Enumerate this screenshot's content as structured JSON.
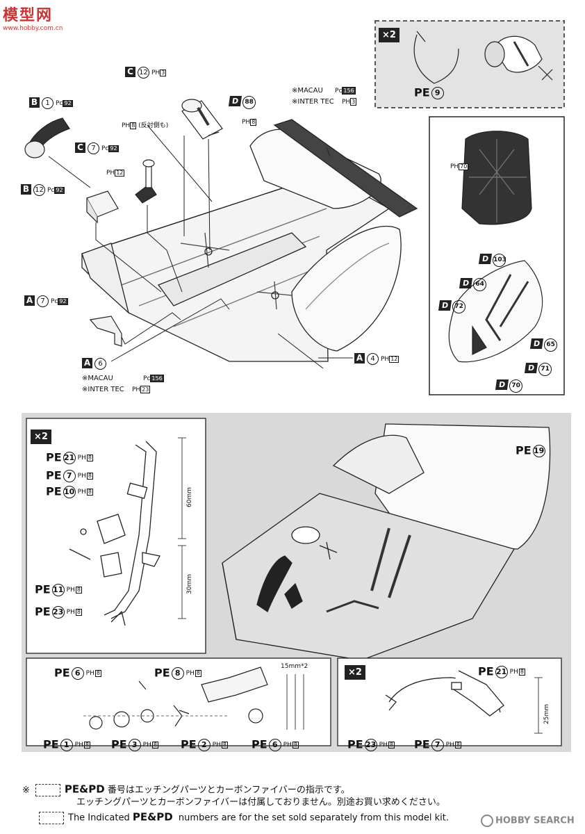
{
  "watermark": {
    "top": "模型网",
    "sub": "www.hobby.com.cn"
  },
  "top_section": {
    "parts": {
      "b1": {
        "letter": "B",
        "num": "1",
        "pc": "Pc",
        "ref": "92"
      },
      "b12": {
        "letter": "B",
        "num": "12",
        "pc": "Pc",
        "ref": "92"
      },
      "c12": {
        "letter": "C",
        "num": "12",
        "ph": "PH",
        "ref": "3"
      },
      "c7": {
        "letter": "C",
        "num": "7",
        "pc": "Pc",
        "ref": "92"
      },
      "a7": {
        "letter": "A",
        "num": "7",
        "pc": "Pc",
        "ref": "92"
      },
      "a6": {
        "letter": "A",
        "num": "6"
      },
      "a4": {
        "letter": "A",
        "num": "4",
        "ph": "PH",
        "ref": "12"
      },
      "d88": {
        "letter": "D",
        "num": "88",
        "ph": "PH",
        "ref": "8"
      },
      "ph12": {
        "ph": "PH",
        "ref": "12"
      },
      "ph8_side": {
        "ph": "PH",
        "ref": "8",
        "note": "(反対側も)"
      }
    },
    "a6_notes": [
      {
        "label": "※MACAU",
        "pc": "Pc",
        "ref": "156"
      },
      {
        "label": "※INTER TEC",
        "ph": "PH",
        "ref": "23"
      }
    ],
    "wing_notes": [
      {
        "label": "※MACAU",
        "pc": "Pc",
        "ref": "156"
      },
      {
        "label": "※INTER TEC",
        "ph": "PH",
        "ref": "3"
      }
    ],
    "pe_box": {
      "x2": "×2",
      "pe": "PE",
      "num": "9"
    },
    "seat_box": {
      "ph": "PH",
      "ref": "70"
    },
    "belt_box": {
      "items": [
        {
          "d": "D",
          "num": "103"
        },
        {
          "d": "D",
          "num": "64"
        },
        {
          "d": "D",
          "num": "72"
        },
        {
          "d": "D",
          "num": "65"
        },
        {
          "d": "D",
          "num": "71"
        },
        {
          "d": "D",
          "num": "70"
        }
      ]
    }
  },
  "bottom_section": {
    "main_label": {
      "pe": "PE",
      "num": "19"
    },
    "belt_panel": {
      "x2": "×2",
      "items": [
        {
          "pe": "PE",
          "num": "21",
          "ph": "PH",
          "ref": "8"
        },
        {
          "pe": "PE",
          "num": "7",
          "ph": "PH",
          "ref": "8"
        },
        {
          "pe": "PE",
          "num": "10",
          "ph": "PH",
          "ref": "8"
        },
        {
          "pe": "PE",
          "num": "11",
          "ph": "PH",
          "ref": "8"
        },
        {
          "pe": "PE",
          "num": "23",
          "ph": "PH",
          "ref": "8"
        }
      ],
      "scale_60": "60mm",
      "scale_30": "30mm"
    },
    "hardware_panel": {
      "top": [
        {
          "pe": "PE",
          "num": "6",
          "ph": "PH",
          "ref": "8"
        },
        {
          "pe": "PE",
          "num": "8",
          "ph": "PH",
          "ref": "8"
        }
      ],
      "bottom": [
        {
          "pe": "PE",
          "num": "1",
          "ph": "PH",
          "ref": "8"
        },
        {
          "pe": "PE",
          "num": "3",
          "ph": "PH",
          "ref": "8"
        },
        {
          "pe": "PE",
          "num": "2",
          "ph": "PH",
          "ref": "8"
        },
        {
          "pe": "PE",
          "num": "6",
          "ph": "PH",
          "ref": "8"
        }
      ],
      "scale": "15mm*2"
    },
    "strap_panel": {
      "x2": "×2",
      "items": [
        {
          "pe": "PE",
          "num": "21",
          "ph": "PH",
          "ref": "8"
        },
        {
          "pe": "PE",
          "num": "23",
          "ph": "PH",
          "ref": "8"
        },
        {
          "pe": "PE",
          "num": "7",
          "ph": "PH",
          "ref": "8"
        }
      ],
      "scale": "25mm"
    }
  },
  "footer": {
    "asterisk": "※",
    "jp_line1_pe": "PE",
    "jp_line1_and": "&",
    "jp_line1_pd": "PD",
    "jp_line1": "番号はエッチングパーツとカーボンファイバーの指示です。",
    "jp_line2": "エッチングパーツとカーボンファイバーは付属しておりません。別途お買い求めください。",
    "en_pre": "The Indicated",
    "en_pe": "PE",
    "en_and": "&",
    "en_pd": "PD",
    "en_post": "numbers are for the set sold separately from this model kit.",
    "brand": "HOBBY SEARCH"
  }
}
